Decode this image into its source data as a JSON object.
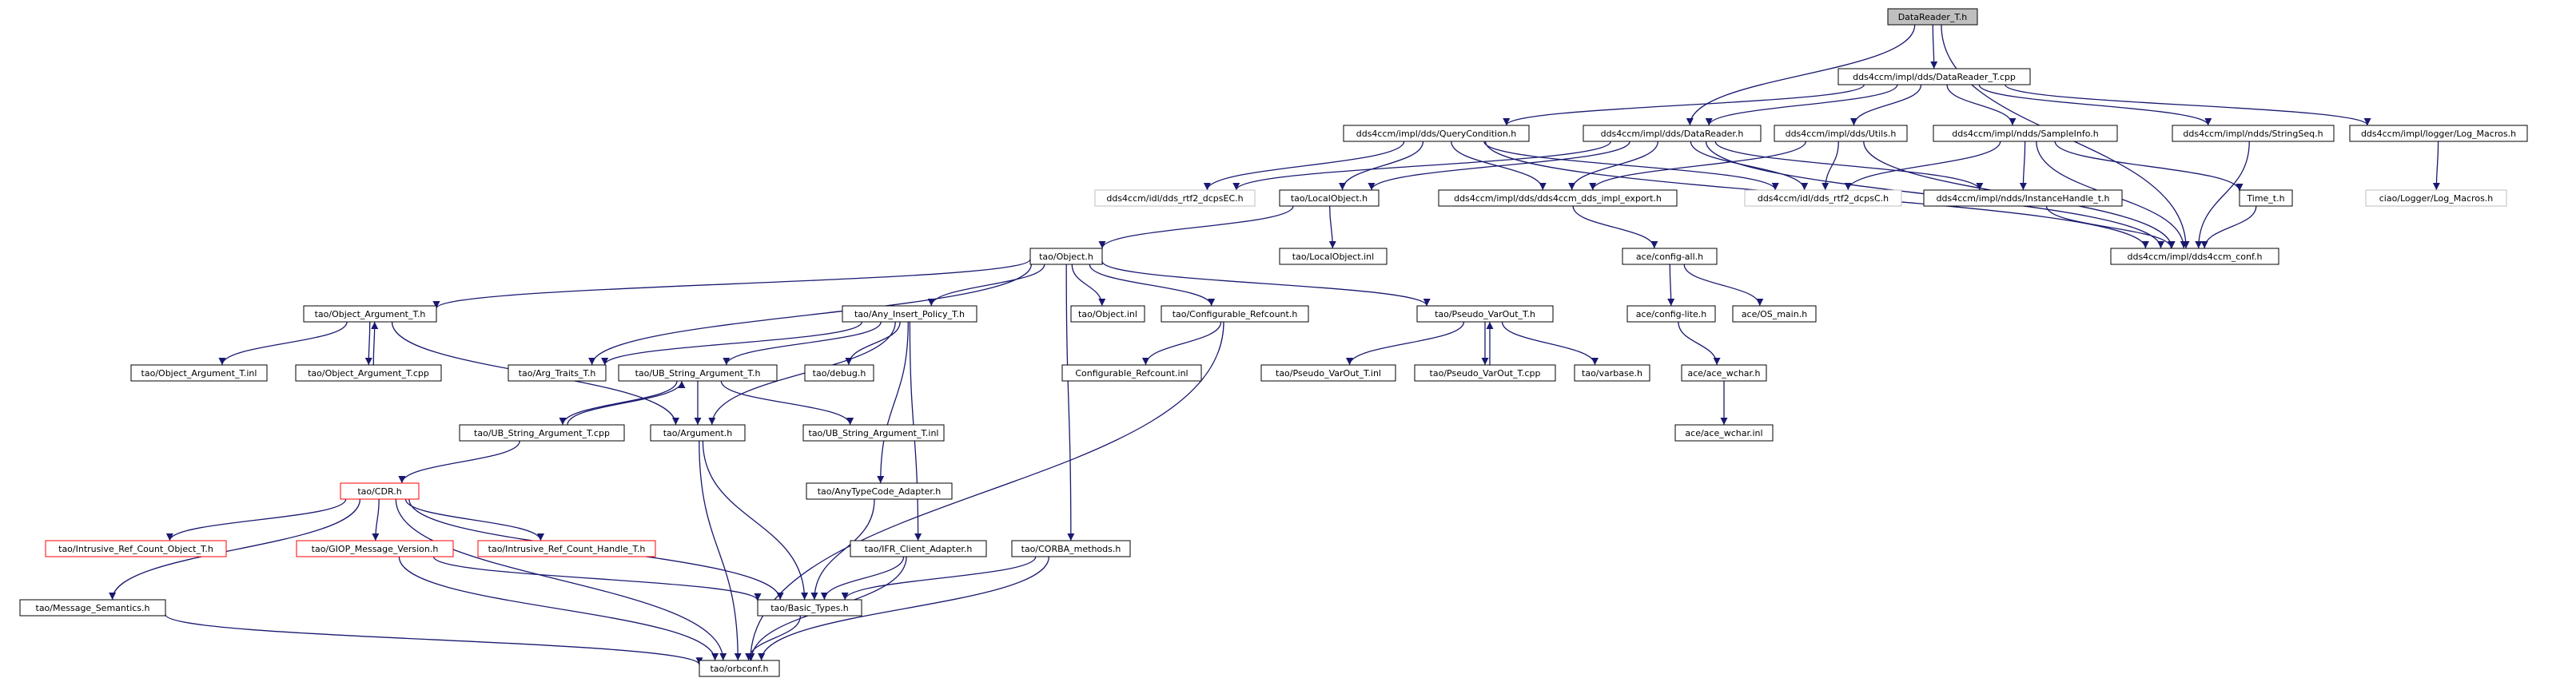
{
  "colors": {
    "edge": "#191970",
    "node_border": "#000000",
    "root_fill": "#bfbfbf",
    "missing_border": "#bfbfbf",
    "incomplete_border": "#ff0000",
    "node_fill": "#ffffff",
    "text": "#000000"
  },
  "nodes": [
    {
      "id": "n1",
      "label": "DataReader_T.h",
      "kind": "root"
    },
    {
      "id": "n2",
      "label": "dds4ccm/impl/dds/DataReader_T.cpp",
      "kind": "normal"
    },
    {
      "id": "n3",
      "label": "dds4ccm/impl/dds/QueryCondition.h",
      "kind": "normal"
    },
    {
      "id": "n4",
      "label": "dds4ccm/impl/dds/DataReader.h",
      "kind": "normal"
    },
    {
      "id": "n5",
      "label": "dds4ccm/impl/dds/Utils.h",
      "kind": "normal"
    },
    {
      "id": "n6",
      "label": "dds4ccm/impl/ndds/SampleInfo.h",
      "kind": "normal"
    },
    {
      "id": "n7",
      "label": "dds4ccm/impl/ndds/StringSeq.h",
      "kind": "normal"
    },
    {
      "id": "n8",
      "label": "dds4ccm/impl/logger/Log_Macros.h",
      "kind": "normal"
    },
    {
      "id": "n9",
      "label": "dds4ccm/idl/dds_rtf2_dcpsEC.h",
      "kind": "missing"
    },
    {
      "id": "n10",
      "label": "tao/LocalObject.h",
      "kind": "normal"
    },
    {
      "id": "n11",
      "label": "dds4ccm/impl/dds/dds4ccm_dds_impl_export.h",
      "kind": "normal"
    },
    {
      "id": "n12",
      "label": "dds4ccm/idl/dds_rtf2_dcpsC.h",
      "kind": "missing"
    },
    {
      "id": "n13",
      "label": "dds4ccm/impl/ndds/InstanceHandle_t.h",
      "kind": "normal"
    },
    {
      "id": "n14",
      "label": "Time_t.h",
      "kind": "normal"
    },
    {
      "id": "n15",
      "label": "ciao/Logger/Log_Macros.h",
      "kind": "missing"
    },
    {
      "id": "n16",
      "label": "tao/Object.h",
      "kind": "normal"
    },
    {
      "id": "n17",
      "label": "tao/LocalObject.inl",
      "kind": "normal"
    },
    {
      "id": "n18",
      "label": "ace/config-all.h",
      "kind": "normal"
    },
    {
      "id": "n19",
      "label": "dds4ccm/impl/dds4ccm_conf.h",
      "kind": "normal"
    },
    {
      "id": "n20",
      "label": "tao/Object_Argument_T.h",
      "kind": "normal"
    },
    {
      "id": "n21",
      "label": "tao/Any_Insert_Policy_T.h",
      "kind": "normal"
    },
    {
      "id": "n22",
      "label": "tao/Object.inl",
      "kind": "normal"
    },
    {
      "id": "n23",
      "label": "tao/Configurable_Refcount.h",
      "kind": "normal"
    },
    {
      "id": "n24",
      "label": "tao/Pseudo_VarOut_T.h",
      "kind": "normal"
    },
    {
      "id": "n25",
      "label": "ace/config-lite.h",
      "kind": "normal"
    },
    {
      "id": "n26",
      "label": "ace/OS_main.h",
      "kind": "normal"
    },
    {
      "id": "n27",
      "label": "tao/Object_Argument_T.inl",
      "kind": "normal"
    },
    {
      "id": "n28",
      "label": "tao/Object_Argument_T.cpp",
      "kind": "normal"
    },
    {
      "id": "n29",
      "label": "tao/Arg_Traits_T.h",
      "kind": "normal"
    },
    {
      "id": "n30",
      "label": "tao/UB_String_Argument_T.h",
      "kind": "normal"
    },
    {
      "id": "n31",
      "label": "tao/debug.h",
      "kind": "normal"
    },
    {
      "id": "n32",
      "label": "Configurable_Refcount.inl",
      "kind": "normal"
    },
    {
      "id": "n33",
      "label": "tao/Pseudo_VarOut_T.inl",
      "kind": "normal"
    },
    {
      "id": "n34",
      "label": "tao/Pseudo_VarOut_T.cpp",
      "kind": "normal"
    },
    {
      "id": "n35",
      "label": "tao/varbase.h",
      "kind": "normal"
    },
    {
      "id": "n36",
      "label": "ace/ace_wchar.h",
      "kind": "normal"
    },
    {
      "id": "n37",
      "label": "tao/UB_String_Argument_T.cpp",
      "kind": "normal"
    },
    {
      "id": "n38",
      "label": "tao/Argument.h",
      "kind": "normal"
    },
    {
      "id": "n39",
      "label": "tao/UB_String_Argument_T.inl",
      "kind": "normal"
    },
    {
      "id": "n40",
      "label": "ace/ace_wchar.inl",
      "kind": "normal"
    },
    {
      "id": "n41",
      "label": "tao/CDR.h",
      "kind": "incomplete"
    },
    {
      "id": "n42",
      "label": "tao/AnyTypeCode_Adapter.h",
      "kind": "normal"
    },
    {
      "id": "n43",
      "label": "tao/Intrusive_Ref_Count_Object_T.h",
      "kind": "incomplete"
    },
    {
      "id": "n44",
      "label": "tao/GIOP_Message_Version.h",
      "kind": "incomplete"
    },
    {
      "id": "n45",
      "label": "tao/Intrusive_Ref_Count_Handle_T.h",
      "kind": "incomplete"
    },
    {
      "id": "n46",
      "label": "tao/IFR_Client_Adapter.h",
      "kind": "normal"
    },
    {
      "id": "n47",
      "label": "tao/CORBA_methods.h",
      "kind": "normal"
    },
    {
      "id": "n48",
      "label": "tao/Message_Semantics.h",
      "kind": "normal"
    },
    {
      "id": "n49",
      "label": "tao/Basic_Types.h",
      "kind": "normal"
    },
    {
      "id": "n50",
      "label": "tao/orbconf.h",
      "kind": "normal"
    }
  ],
  "edges": [
    [
      "n1",
      "n2"
    ],
    [
      "n1",
      "n4"
    ],
    [
      "n1",
      "n19"
    ],
    [
      "n2",
      "n3"
    ],
    [
      "n2",
      "n4"
    ],
    [
      "n2",
      "n5"
    ],
    [
      "n2",
      "n6"
    ],
    [
      "n2",
      "n7"
    ],
    [
      "n2",
      "n8"
    ],
    [
      "n3",
      "n9"
    ],
    [
      "n3",
      "n10"
    ],
    [
      "n3",
      "n11"
    ],
    [
      "n3",
      "n12"
    ],
    [
      "n3",
      "n19"
    ],
    [
      "n4",
      "n9"
    ],
    [
      "n4",
      "n10"
    ],
    [
      "n4",
      "n11"
    ],
    [
      "n4",
      "n12"
    ],
    [
      "n4",
      "n13"
    ],
    [
      "n4",
      "n19"
    ],
    [
      "n5",
      "n11"
    ],
    [
      "n5",
      "n12"
    ],
    [
      "n5",
      "n19"
    ],
    [
      "n6",
      "n12"
    ],
    [
      "n6",
      "n13"
    ],
    [
      "n6",
      "n14"
    ],
    [
      "n6",
      "n19"
    ],
    [
      "n7",
      "n19"
    ],
    [
      "n8",
      "n15"
    ],
    [
      "n13",
      "n19"
    ],
    [
      "n14",
      "n19"
    ],
    [
      "n10",
      "n16"
    ],
    [
      "n10",
      "n17"
    ],
    [
      "n11",
      "n18"
    ],
    [
      "n16",
      "n20"
    ],
    [
      "n16",
      "n21"
    ],
    [
      "n16",
      "n22"
    ],
    [
      "n16",
      "n23"
    ],
    [
      "n16",
      "n24"
    ],
    [
      "n16",
      "n29"
    ],
    [
      "n16",
      "n47"
    ],
    [
      "n18",
      "n25"
    ],
    [
      "n18",
      "n26"
    ],
    [
      "n20",
      "n27"
    ],
    [
      "n20",
      "n28"
    ],
    [
      "n28",
      "n20"
    ],
    [
      "n20",
      "n38"
    ],
    [
      "n21",
      "n29"
    ],
    [
      "n21",
      "n30"
    ],
    [
      "n21",
      "n31"
    ],
    [
      "n21",
      "n38"
    ],
    [
      "n21",
      "n42"
    ],
    [
      "n21",
      "n46"
    ],
    [
      "n23",
      "n32"
    ],
    [
      "n23",
      "n50"
    ],
    [
      "n24",
      "n33"
    ],
    [
      "n24",
      "n34"
    ],
    [
      "n34",
      "n24"
    ],
    [
      "n24",
      "n35"
    ],
    [
      "n25",
      "n36"
    ],
    [
      "n36",
      "n40"
    ],
    [
      "n30",
      "n37"
    ],
    [
      "n37",
      "n30"
    ],
    [
      "n30",
      "n38"
    ],
    [
      "n30",
      "n39"
    ],
    [
      "n37",
      "n41"
    ],
    [
      "n38",
      "n49"
    ],
    [
      "n38",
      "n50"
    ],
    [
      "n41",
      "n43"
    ],
    [
      "n41",
      "n44"
    ],
    [
      "n41",
      "n45"
    ],
    [
      "n41",
      "n48"
    ],
    [
      "n41",
      "n49"
    ],
    [
      "n41",
      "n50"
    ],
    [
      "n42",
      "n49"
    ],
    [
      "n44",
      "n49"
    ],
    [
      "n44",
      "n50"
    ],
    [
      "n46",
      "n49"
    ],
    [
      "n46",
      "n50"
    ],
    [
      "n47",
      "n49"
    ],
    [
      "n47",
      "n50"
    ],
    [
      "n48",
      "n50"
    ],
    [
      "n49",
      "n50"
    ]
  ]
}
